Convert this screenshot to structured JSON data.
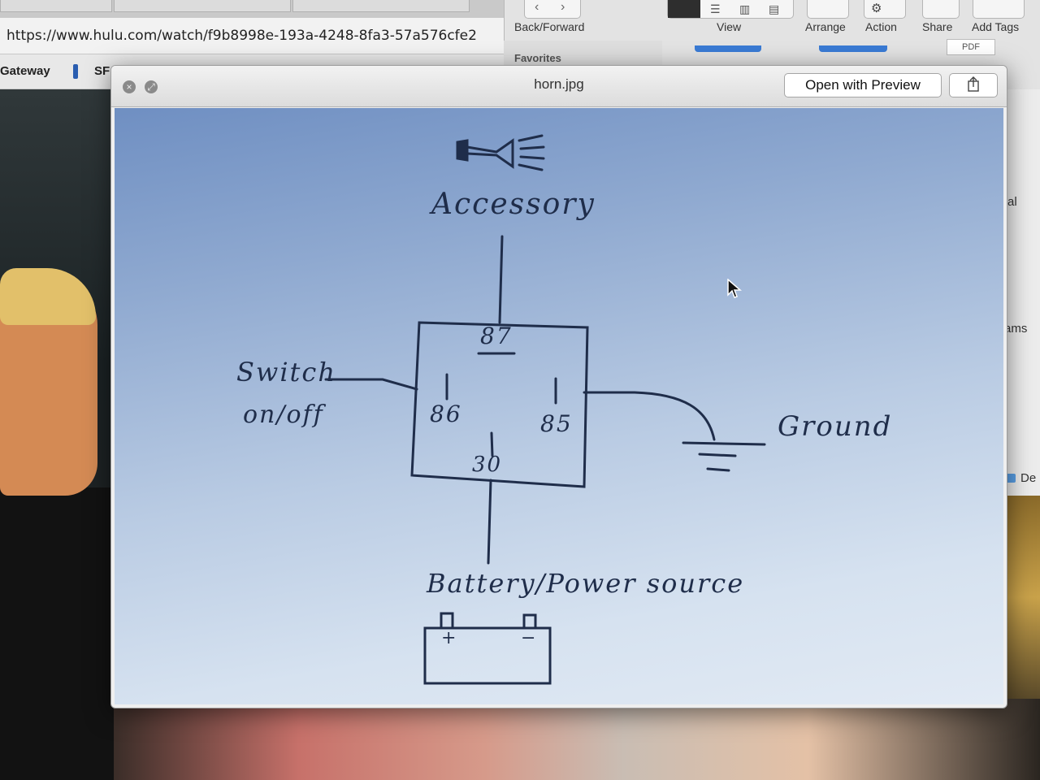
{
  "browser": {
    "url": "https://www.hulu.com/watch/f9b8998e-193a-4248-8fa3-57a576cfe2",
    "bookmarks": [
      {
        "label": "Gateway"
      },
      {
        "label": "SF"
      }
    ]
  },
  "finder": {
    "toolbar": {
      "back_forward": "Back/Forward",
      "view": "View",
      "arrange": "Arrange",
      "action": "Action",
      "share": "Share",
      "add_tags": "Add Tags"
    },
    "sidebar_heading": "Favorites",
    "badge": "PDF",
    "right_fragments": [
      "al",
      "ams",
      "De"
    ]
  },
  "quicklook": {
    "title": "horn.jpg",
    "open_button": "Open with Preview",
    "share_icon": "share-icon",
    "close_icon": "close-icon",
    "fullscreen_icon": "fullscreen-icon"
  },
  "diagram": {
    "accessory": "Accessory",
    "switch_line1": "Switch",
    "switch_line2": "on/off",
    "ground": "Ground",
    "battery": "Battery/Power source",
    "pins": {
      "p87": "87",
      "p86": "86",
      "p85": "85",
      "p30": "30"
    },
    "battery_plus": "+",
    "battery_minus": "−"
  }
}
